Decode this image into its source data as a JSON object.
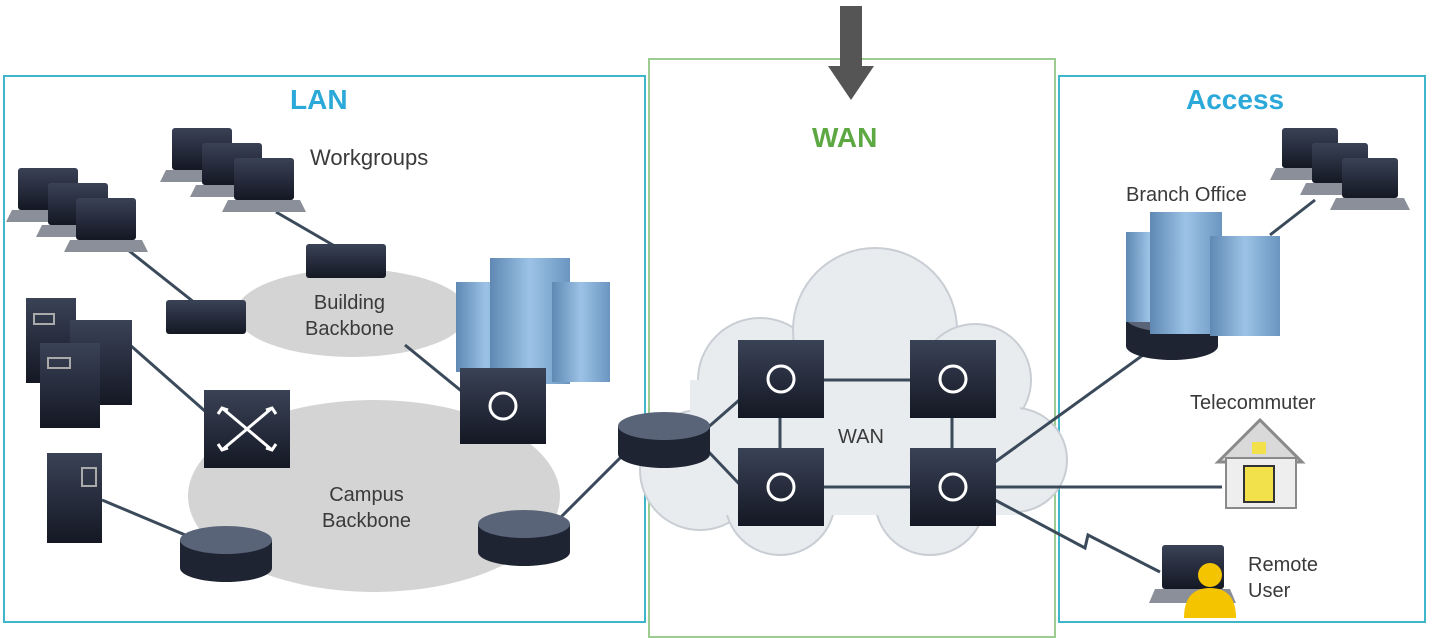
{
  "sections": {
    "lan": {
      "title": "LAN"
    },
    "wan": {
      "title": "WAN"
    },
    "access": {
      "title": "Access"
    }
  },
  "labels": {
    "workgroups": "Workgroups",
    "building_backbone": [
      "Building",
      "Backbone"
    ],
    "campus_backbone": [
      "Campus",
      "Backbone"
    ],
    "wan_cloud": "WAN",
    "branch_office": "Branch Office",
    "telecommuter": "Telecommuter",
    "remote_user": [
      "Remote",
      "User"
    ]
  },
  "colors": {
    "section_border": "#3fb6c9",
    "lan_title": "#2ba9d9",
    "wan_title": "#5ea843",
    "access_title": "#2ba9d9",
    "device": "#1f2433",
    "link": "#3b4a5a",
    "backbone_fill": "#d7d7d7",
    "house_wall": "#eeeeee",
    "house_window": "#f2e14a",
    "person": "#f5c400"
  }
}
